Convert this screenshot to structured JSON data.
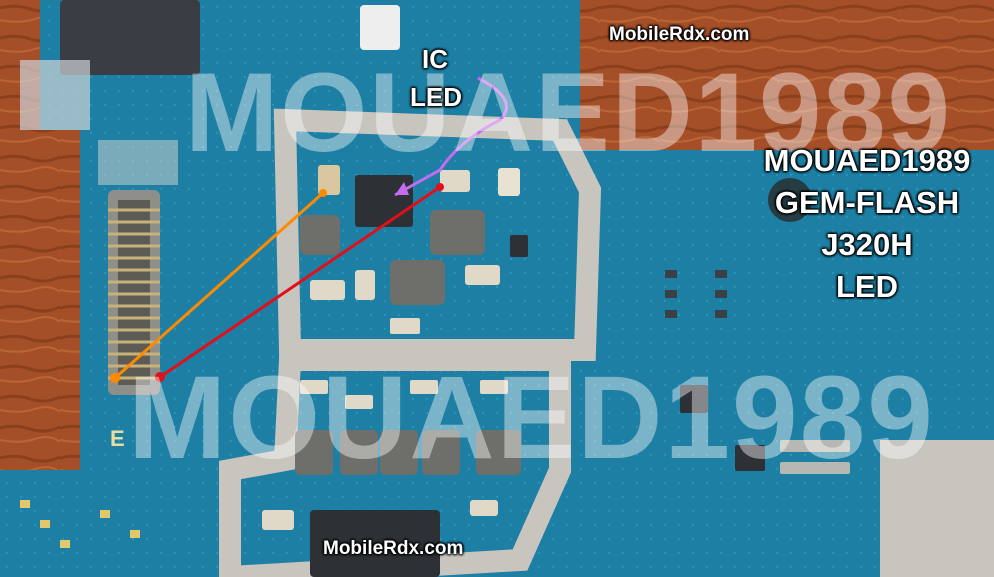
{
  "labels": {
    "site_top": "MobileRdx.com",
    "ic": "IC",
    "led": "LED",
    "site_bottom": "MobileRdx.com"
  },
  "watermarks": {
    "top": "MOUAED1989",
    "bottom": "MOUAED1989"
  },
  "right_caption": [
    "MOUAED1989",
    "GEM-FLASH",
    "J320H",
    "LED"
  ],
  "board_marking": "E",
  "colors": {
    "pcb": "#1d7fa3",
    "wood": "#a44f28",
    "shield": "#c8c5bf",
    "orange_wire": "#ff8a00",
    "red_wire": "#e0101a",
    "arrow": "#c36cf0"
  }
}
